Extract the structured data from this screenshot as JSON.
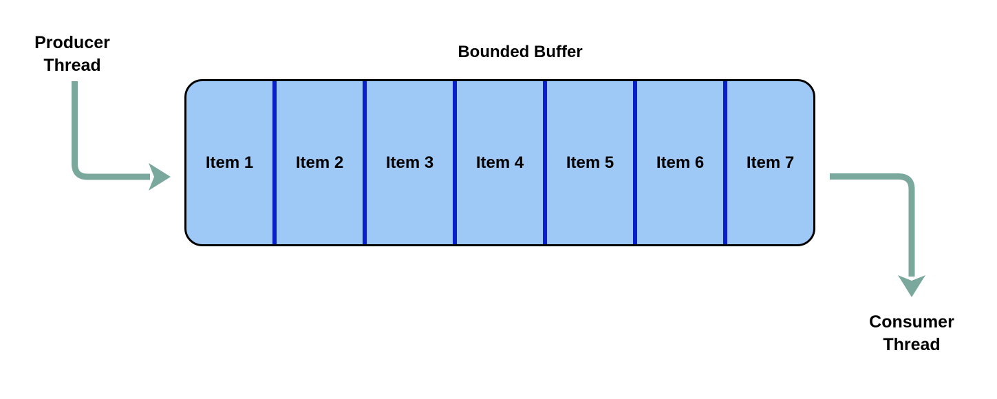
{
  "diagram": {
    "title": "Bounded Buffer",
    "producer": {
      "label": "Producer\nThread"
    },
    "consumer": {
      "label": "Consumer\nThread"
    },
    "buffer": {
      "title": "Bounded Buffer",
      "capacity": 7,
      "fill_color": "#9ec9f7",
      "border_color": "#000000",
      "divider_color": "#0a1fc8",
      "cells": [
        {
          "label": "Item 1"
        },
        {
          "label": "Item 2"
        },
        {
          "label": "Item 3"
        },
        {
          "label": "Item 4"
        },
        {
          "label": "Item 5"
        },
        {
          "label": "Item 6"
        },
        {
          "label": "Item 7"
        }
      ]
    },
    "arrows": {
      "color": "#7ba89d",
      "producer_arrow": "produce-into-buffer",
      "consumer_arrow": "consume-from-buffer"
    }
  }
}
